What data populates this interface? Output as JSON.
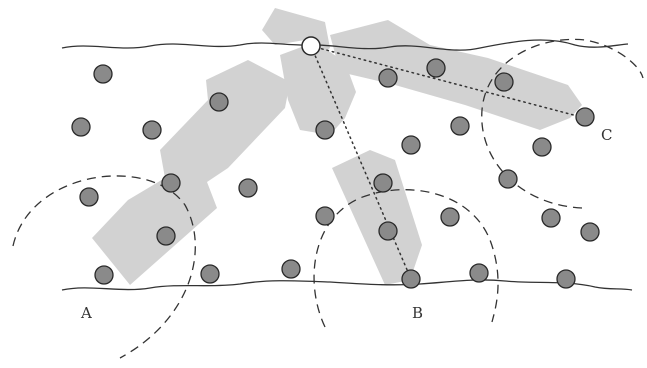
{
  "labels": {
    "a": "A",
    "b": "B",
    "c": "C"
  },
  "colors": {
    "background": "#ffffff",
    "shape_fill": "#d2d2d2",
    "dot_fill": "#8a8a8a",
    "dot_stroke": "#2a2a2a",
    "line": "#333333",
    "origin_fill": "#ffffff"
  }
}
